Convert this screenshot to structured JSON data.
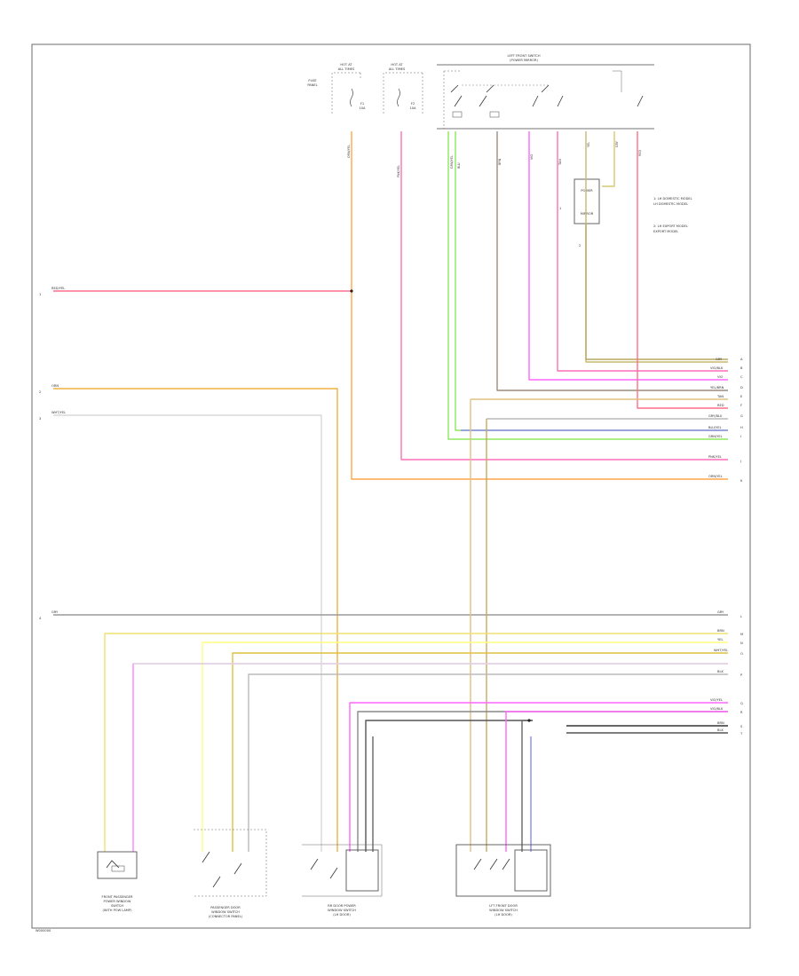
{
  "diagram": {
    "code": "W000000",
    "switch_block_title": [
      "LEFT FRONT SWITCH",
      "(POWER MIRROR)"
    ],
    "fuse_blocks": [
      {
        "title": [
          "HOT AT",
          "ALL TIMES"
        ],
        "fuse": [
          "F1",
          "10A"
        ]
      },
      {
        "title": [
          "HOT AT",
          "ALL TIMES"
        ],
        "fuse": [
          "F2",
          "10A"
        ]
      }
    ],
    "fuse_panel_label": [
      "FUSE",
      "PANEL"
    ],
    "notes": [
      "1: LH DOMESTIC MODEL",
      "   LH DOMESTIC MODEL",
      "2: LH EXPORT MODEL",
      "   EXPORT MODEL"
    ],
    "left_wires": [
      {
        "label": "RED/YEL",
        "num": "1"
      },
      {
        "label": "ORN",
        "num": "2"
      },
      {
        "label": "WHT/YEL",
        "num": "3"
      },
      {
        "label": "GRY",
        "num": "4"
      }
    ],
    "right_wires": [
      {
        "label": "GRY",
        "num": "A"
      },
      {
        "label": "VIO/BLK",
        "num": "B"
      },
      {
        "label": "VIO",
        "num": "C"
      },
      {
        "label": "YEL/BRN",
        "num": "D"
      },
      {
        "label": "TAN",
        "num": "E"
      },
      {
        "label": "RED",
        "num": "F"
      },
      {
        "label": "GRY/BLU",
        "num": "G"
      },
      {
        "label": "BLU/YEL",
        "num": "H"
      },
      {
        "label": "GRN/YEL",
        "num": "I"
      },
      {
        "label": "PNK/YEL",
        "num": "J"
      },
      {
        "label": "ORN/YEL",
        "num": "K"
      },
      {
        "label": "GRY",
        "num": "L"
      },
      {
        "label": "BRN",
        "num": "M"
      },
      {
        "label": "YEL",
        "num": "N"
      },
      {
        "label": "WHT/YEL",
        "num": "O"
      },
      {
        "label": "BLK",
        "num": "P"
      },
      {
        "label": "VIO/YEL",
        "num": "Q"
      },
      {
        "label": "VIO/BLK",
        "num": "R"
      },
      {
        "label": "BRN",
        "num": "S"
      },
      {
        "label": "BLK",
        "num": "T"
      }
    ],
    "components": [
      {
        "name": [
          "FRONT PASSENGER",
          "POWER WINDOW",
          "SWITCH",
          "(WITH POW LAMP)"
        ]
      },
      {
        "name": [
          "PASSENGER DOOR",
          "WINDOW SWITCH",
          "(CONNECTOR PANEL)"
        ]
      },
      {
        "name": [
          "RR DOOR POWER",
          "WINDOW SWITCH",
          "(LH DOOR)"
        ]
      },
      {
        "name": [
          "LFT FRONT DOOR",
          "WINDOW SWITCH",
          "(LH DOOR)"
        ]
      }
    ],
    "module_label": [
      "POWER",
      "MIRROR"
    ],
    "vertical_tags": [
      "ORN/YEL",
      "PNK/YEL",
      "GRN/YEL",
      "BLU",
      "BRN",
      "VIO",
      "TAN",
      "YEL",
      "GRY",
      "RED"
    ]
  }
}
